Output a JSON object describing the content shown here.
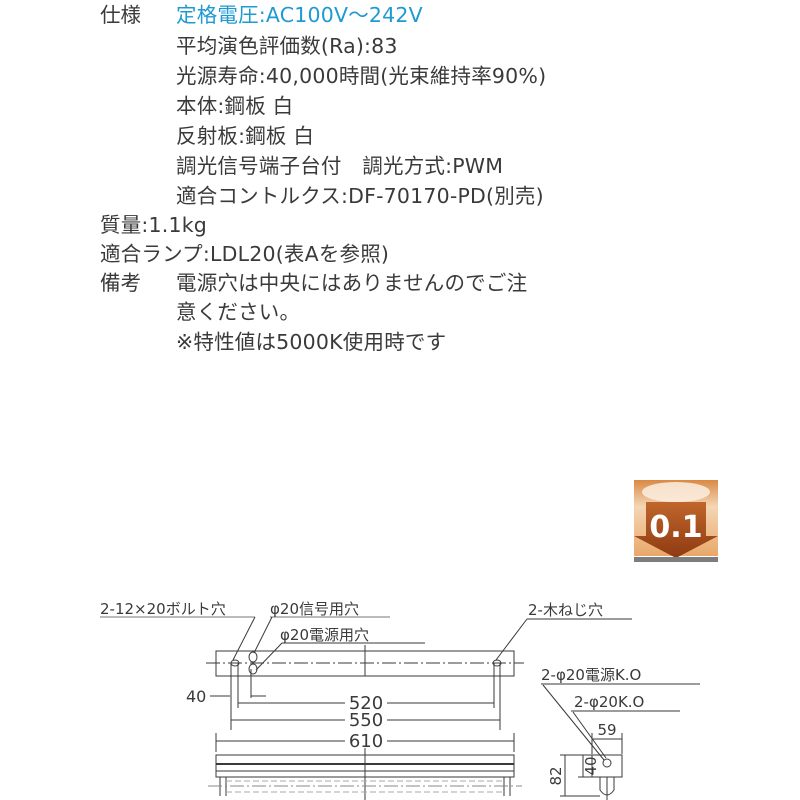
{
  "spec": {
    "label": "仕様",
    "rated_voltage": "定格電圧:AC100V〜242V",
    "lines": [
      "平均演色評価数(Ra):83",
      "光源寿命:40,000時間(光束維持率90%)",
      "本体:鋼板 白",
      "反射板:鋼板 白",
      "調光信号端子台付　調光方式:PWM",
      "適合コントルクス:DF-70170-PD(別売)"
    ],
    "accent_color": "#1e9ad2"
  },
  "weight": "質量:1.1kg",
  "lamp": "適合ランプ:LDL20(表Aを参照)",
  "notes": {
    "label": "備考",
    "lines": [
      "電源穴は中央にはありませんのでご注",
      "意ください。",
      "※特性値は5000K使用時です"
    ]
  },
  "badge": {
    "value": "0.1",
    "color": "#b5541f"
  },
  "drawing": {
    "labels": {
      "bolt_hole": "2-12×20ボルト穴",
      "signal_hole": "φ20信号用穴",
      "power_hole": "φ20電源用穴",
      "wood_screw_hole": "2-木ねじ穴",
      "power_ko": "2-φ20電源K.O",
      "ko": "2-φ20K.O"
    },
    "dimensions": {
      "d40_left": "40",
      "d520": "520",
      "d550": "550",
      "d610": "610",
      "d59": "59",
      "d40_side": "40",
      "d82": "82"
    }
  }
}
